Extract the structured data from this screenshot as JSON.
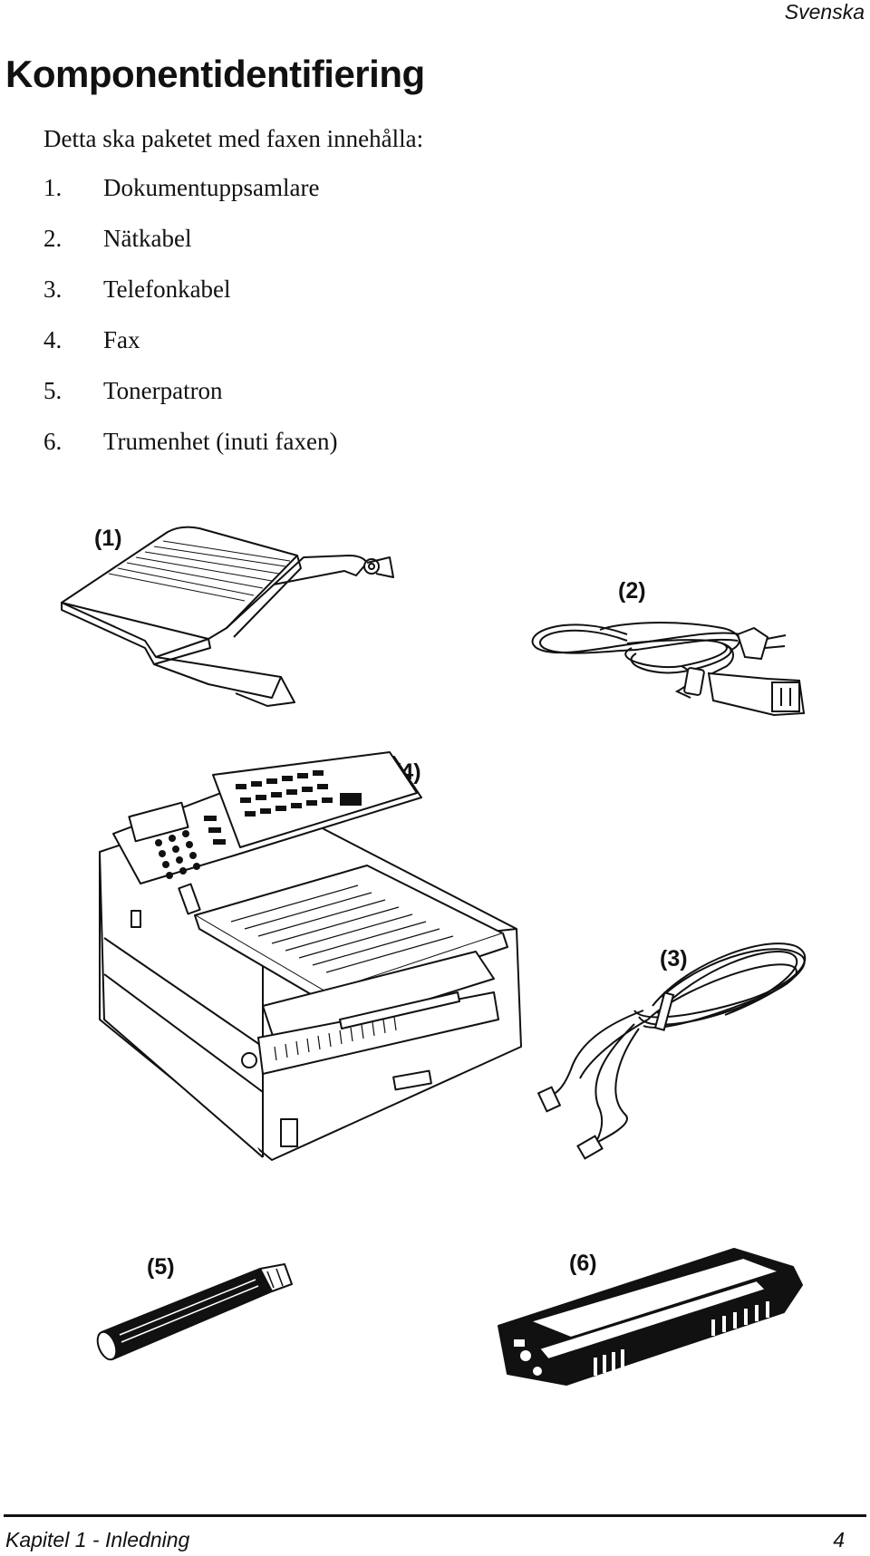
{
  "header": {
    "language": "Svenska"
  },
  "page_title": "Komponentidentifiering",
  "intro": "Detta ska paketet med faxen innehålla:",
  "items": [
    {
      "num": "1.",
      "text": "Dokumentuppsamlare"
    },
    {
      "num": "2.",
      "text": "Nätkabel"
    },
    {
      "num": "3.",
      "text": "Telefonkabel"
    },
    {
      "num": "4.",
      "text": "Fax"
    },
    {
      "num": "5.",
      "text": "Tonerpatron"
    },
    {
      "num": "6.",
      "text": "Trumenhet (inuti faxen)"
    }
  ],
  "figures": {
    "document_stacker": {
      "label": "(1)",
      "icon": "document-stacker-icon"
    },
    "power_cable": {
      "label": "(2)",
      "icon": "power-cable-icon"
    },
    "phone_cable": {
      "label": "(3)",
      "icon": "phone-cable-icon"
    },
    "fax_machine": {
      "label": "(4)",
      "icon": "fax-machine-icon"
    },
    "toner_cartridge": {
      "label": "(5)",
      "icon": "toner-cartridge-icon"
    },
    "drum_unit": {
      "label": "(6)",
      "icon": "drum-unit-icon"
    }
  },
  "footer": {
    "chapter": "Kapitel 1 - Inledning",
    "page": "4"
  }
}
